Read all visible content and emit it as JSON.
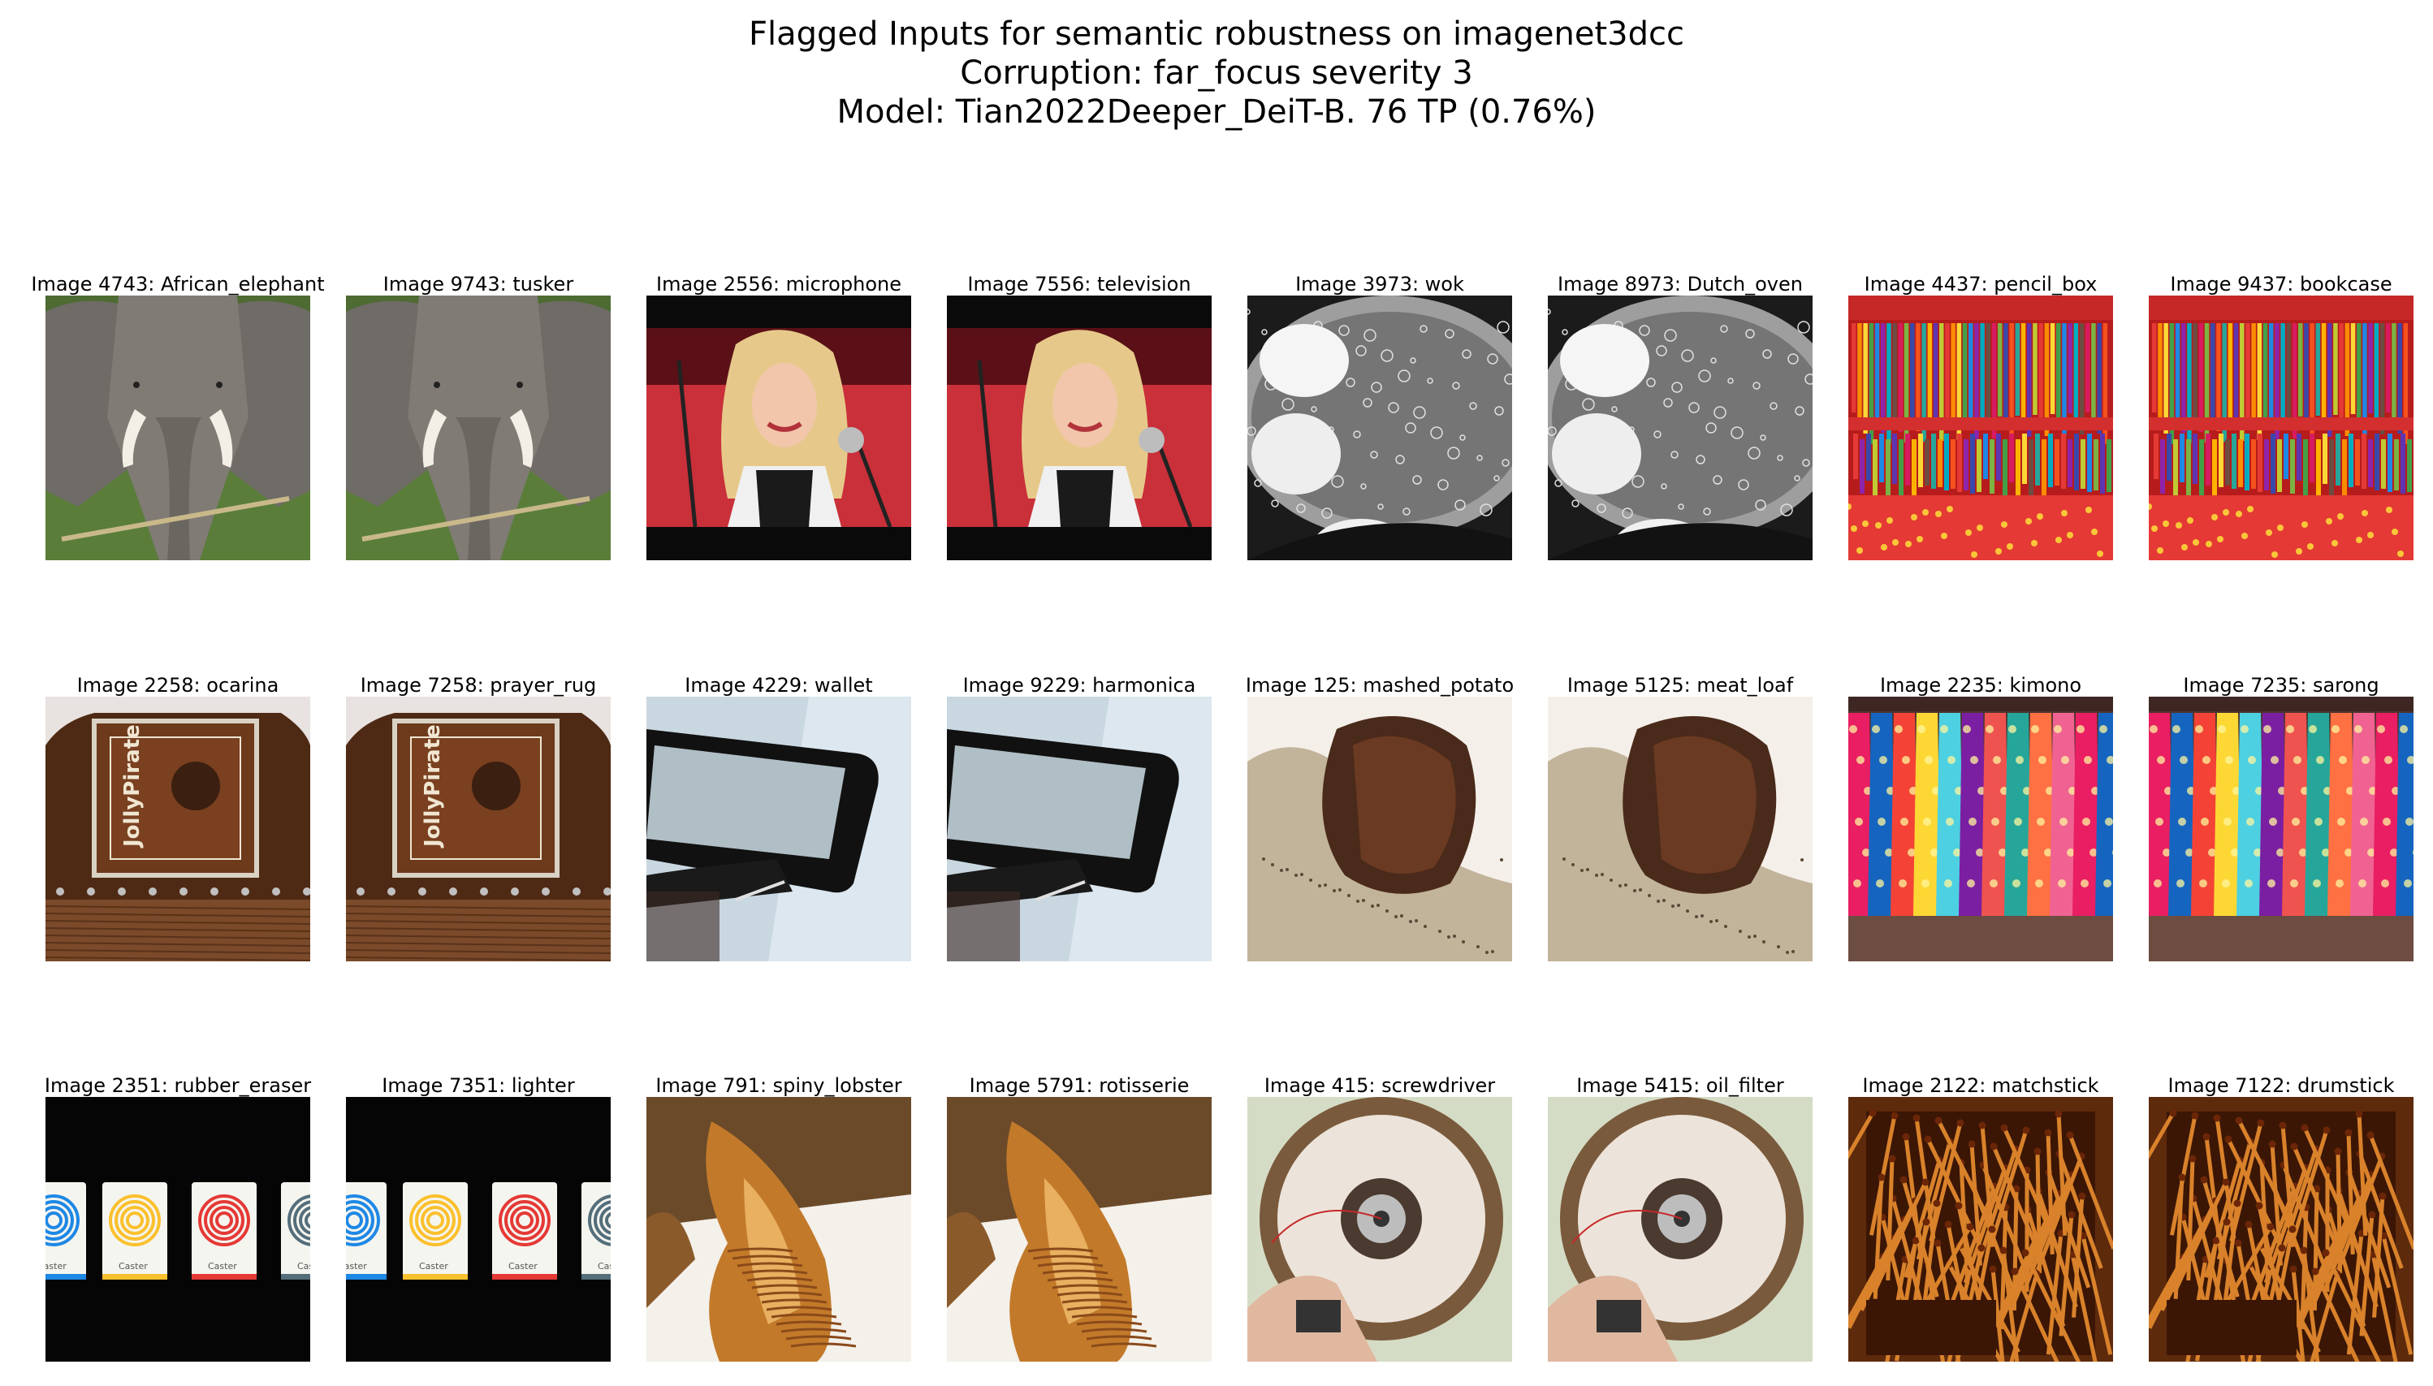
{
  "figure": {
    "title_lines": [
      "Flagged Inputs for semantic robustness on imagenet3dcc",
      "Corruption: far_focus severity 3",
      "Model: Tian2022Deeper_DeiT-B. 76 TP (0.76%)"
    ]
  },
  "rows": [
    [
      {
        "caption": "Image 4743: African_elephant",
        "scene": "elephant"
      },
      {
        "caption": "Image 9743: tusker",
        "scene": "elephant"
      },
      {
        "caption": "Image 2556: microphone",
        "scene": "singer"
      },
      {
        "caption": "Image 7556: television",
        "scene": "singer"
      },
      {
        "caption": "Image 3973: wok",
        "scene": "eggs"
      },
      {
        "caption": "Image 8973: Dutch_oven",
        "scene": "eggs"
      },
      {
        "caption": "Image 4437: pencil_box",
        "scene": "pencils"
      },
      {
        "caption": "Image 9437: bookcase",
        "scene": "pencils"
      }
    ],
    [
      {
        "caption": "Image 2258: ocarina",
        "scene": "box"
      },
      {
        "caption": "Image 7258: prayer_rug",
        "scene": "box"
      },
      {
        "caption": "Image 4229: wallet",
        "scene": "stapler"
      },
      {
        "caption": "Image 9229: harmonica",
        "scene": "stapler"
      },
      {
        "caption": "Image 125: mashed_potato",
        "scene": "meat"
      },
      {
        "caption": "Image 5125: meat_loaf",
        "scene": "meat"
      },
      {
        "caption": "Image 2235: kimono",
        "scene": "kimono"
      },
      {
        "caption": "Image 7235: sarong",
        "scene": "kimono"
      }
    ],
    [
      {
        "caption": "Image 2351: rubber_eraser",
        "scene": "erasers"
      },
      {
        "caption": "Image 7351: lighter",
        "scene": "erasers"
      },
      {
        "caption": "Image 791: spiny_lobster",
        "scene": "lobster"
      },
      {
        "caption": "Image 5791: rotisserie",
        "scene": "lobster"
      },
      {
        "caption": "Image 415: screwdriver",
        "scene": "socket"
      },
      {
        "caption": "Image 5415: oil_filter",
        "scene": "socket"
      },
      {
        "caption": "Image 2122: matchstick",
        "scene": "matches"
      },
      {
        "caption": "Image 7122: drumstick",
        "scene": "matches"
      }
    ]
  ],
  "box_logo_text": "JollyPirate",
  "eraser_label": "Caster"
}
